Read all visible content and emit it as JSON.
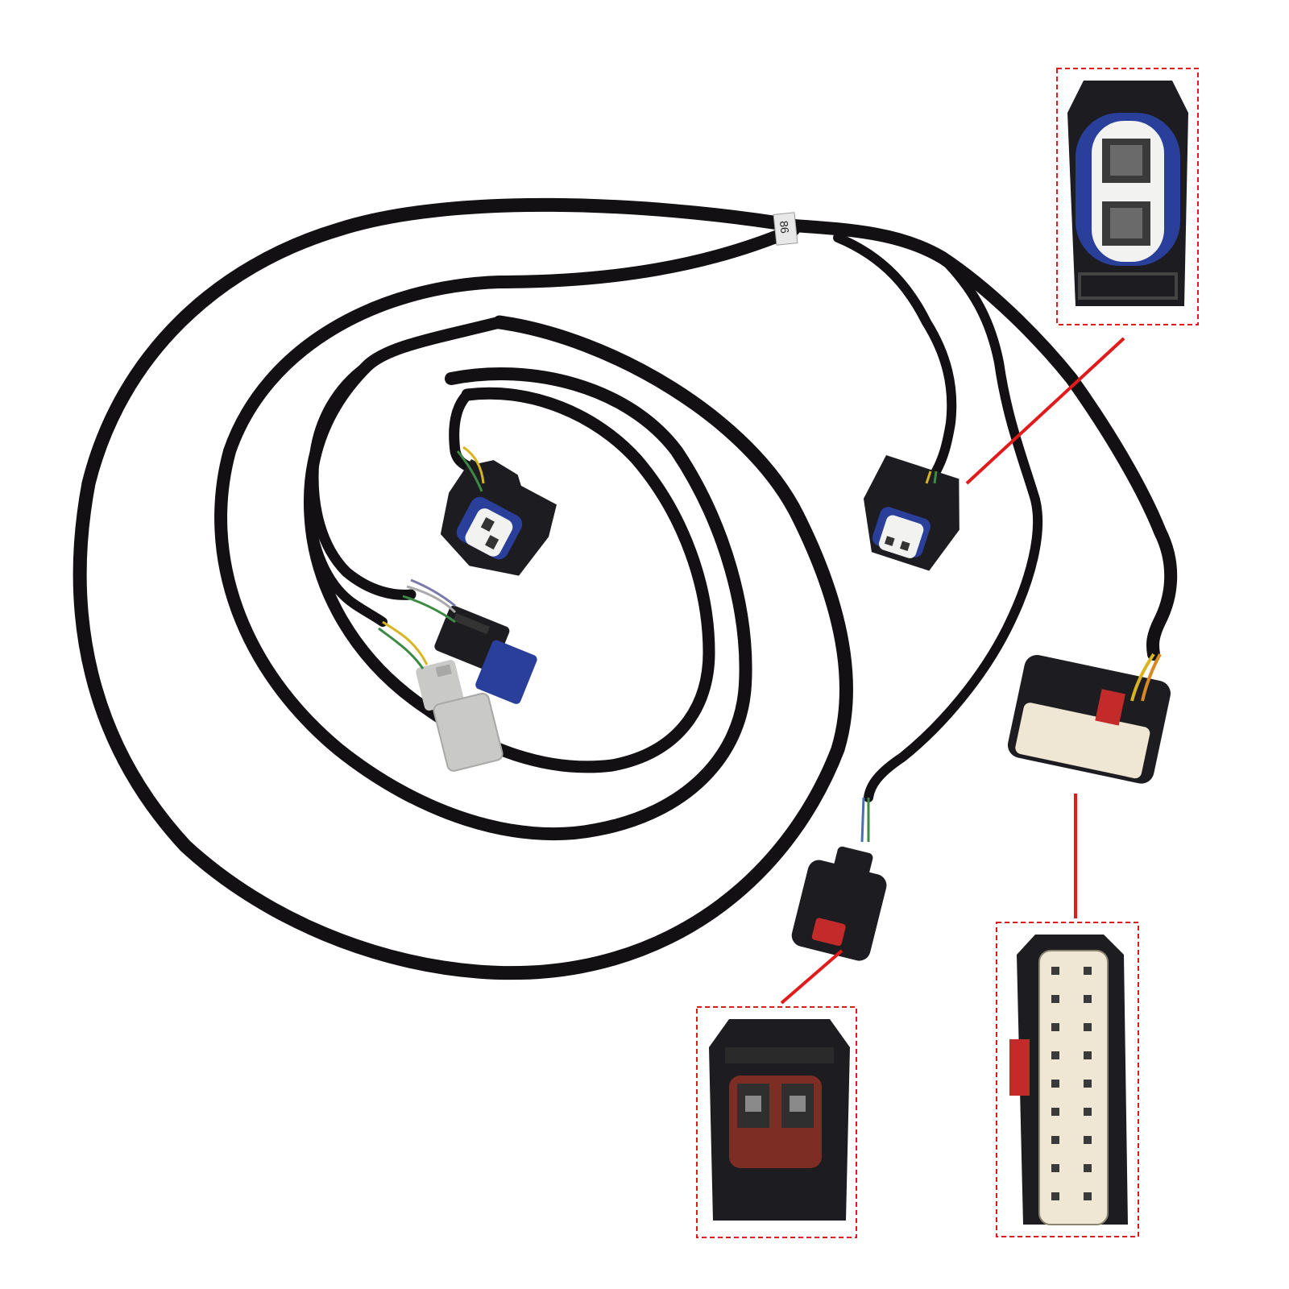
{
  "product": {
    "sleeve_label_text": "86",
    "colors": {
      "harness": "#121012",
      "connector_black": "#1d1c20",
      "connector_blue": "#2a3f9a",
      "connector_white": "#f2f2f0",
      "connector_gray": "#c9c9c7",
      "terminal_cream": "#efe6d3",
      "lock_red": "#c32a2a",
      "terminal_brown": "#7d2d24",
      "callout_red": "#e11b1b"
    },
    "connectors": [
      {
        "name": "2-pin-blue-white-connector-callout",
        "icon": "connector-2pin-blue-icon"
      },
      {
        "name": "2-pin-red-connector-callout",
        "icon": "connector-2pin-red-icon"
      },
      {
        "name": "multi-pin-cream-connector-callout",
        "icon": "connector-multipin-icon"
      }
    ]
  }
}
